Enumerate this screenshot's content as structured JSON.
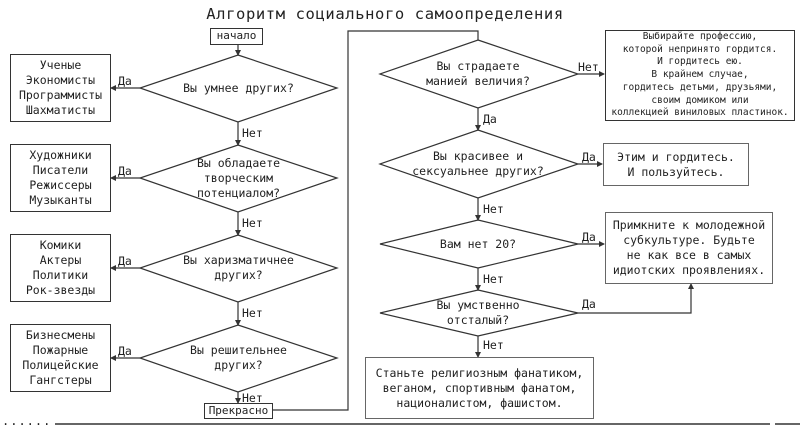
{
  "title": "Алгоритм социального самоопределения",
  "start_label": "начало",
  "end_label": "Прекрасно",
  "yes_label": "Да",
  "no_label": "Нет",
  "left_column": [
    {
      "question": "Вы умнее других?",
      "yes_result": "Ученые\nЭкономисты\nПрограммисты\nШахматисты",
      "no_branch": "Нет"
    },
    {
      "question": "Вы обладаете\nтворческим\nпотенциалом?",
      "yes_result": "Художники\nПисатели\nРежиссеры\nМузыканты",
      "no_branch": "Нет"
    },
    {
      "question": "Вы харизматичнее\nдругих?",
      "yes_result": "Комики\nАктеры\nПолитики\nРок-звезды",
      "no_branch": "Нет"
    },
    {
      "question": "Вы решительнее\nдругих?",
      "yes_result": "Бизнесмены\nПожарные\nПолицейские\nГангстеры",
      "no_branch": "Нет"
    }
  ],
  "right_column": [
    {
      "question": "Вы страдаете\nманией величия?",
      "side_branch": "Нет",
      "side_result": "Выбирайте профессию,\nкоторой непринято гордится.\nИ гордитесь ею.\nВ крайнем случае,\nгордитесь детьми, друзьями,\nсвоим домиком или\nколлекцией виниловых пластинок.",
      "down_branch": "Да"
    },
    {
      "question": "Вы красивее и\nсексуальнее других?",
      "side_branch": "Да",
      "side_result": "Этим и гордитесь.\nИ пользуйтесь.",
      "down_branch": "Нет"
    },
    {
      "question": "Вам нет 20?",
      "side_branch": "Да",
      "side_result": "Примкните к молодежной\nсубкультуре. Будьте\nне как все в самых\nидиотских проявлениях.",
      "down_branch": "Нет"
    },
    {
      "question": "Вы умственно\nотсталый?",
      "side_branch": "Да",
      "side_result_ref": "Примкните к молодежной субкультуре",
      "down_branch": "Нет"
    }
  ],
  "final_result": "Станьте религиозным фанатиком,\nвеганом, спортивным фанатом,\nнационалистом, фашистом.",
  "footer_dots": "......",
  "colors": {
    "line": "#333333",
    "text": "#1f1f1f",
    "background": "#ffffff"
  }
}
